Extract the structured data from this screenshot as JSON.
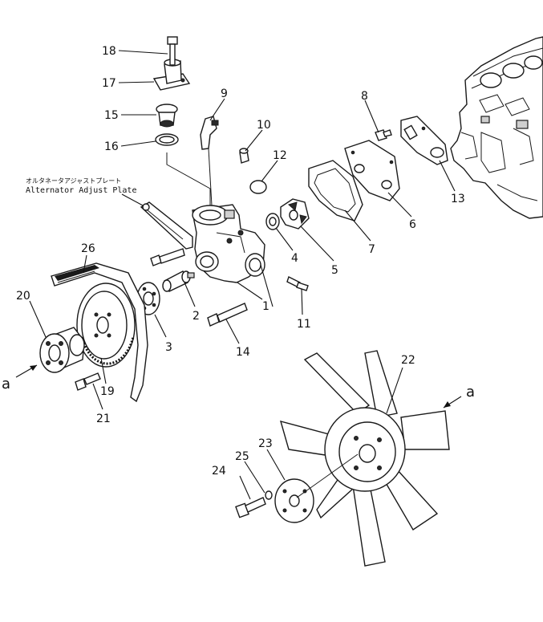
{
  "diagram": {
    "annotations": {
      "alternator_plate_jp": "オルタネータアジャストプレート",
      "alternator_plate_en": "Alternator Adjust Plate",
      "ref_letter_left": "a",
      "ref_letter_right": "a"
    },
    "callouts": [
      {
        "id": "c1",
        "text": "1"
      },
      {
        "id": "c2",
        "text": "2"
      },
      {
        "id": "c3",
        "text": "3"
      },
      {
        "id": "c4",
        "text": "4"
      },
      {
        "id": "c5",
        "text": "5"
      },
      {
        "id": "c6",
        "text": "6"
      },
      {
        "id": "c7",
        "text": "7"
      },
      {
        "id": "c8",
        "text": "8"
      },
      {
        "id": "c9",
        "text": "9"
      },
      {
        "id": "c10",
        "text": "10"
      },
      {
        "id": "c11",
        "text": "11"
      },
      {
        "id": "c12",
        "text": "12"
      },
      {
        "id": "c13",
        "text": "13"
      },
      {
        "id": "c14",
        "text": "14"
      },
      {
        "id": "c15",
        "text": "15"
      },
      {
        "id": "c16",
        "text": "16"
      },
      {
        "id": "c17",
        "text": "17"
      },
      {
        "id": "c18",
        "text": "18"
      },
      {
        "id": "c19",
        "text": "19"
      },
      {
        "id": "c20",
        "text": "20"
      },
      {
        "id": "c21",
        "text": "21"
      },
      {
        "id": "c22",
        "text": "22"
      },
      {
        "id": "c23",
        "text": "23"
      },
      {
        "id": "c24",
        "text": "24"
      },
      {
        "id": "c25",
        "text": "25"
      },
      {
        "id": "c26",
        "text": "26"
      }
    ]
  }
}
